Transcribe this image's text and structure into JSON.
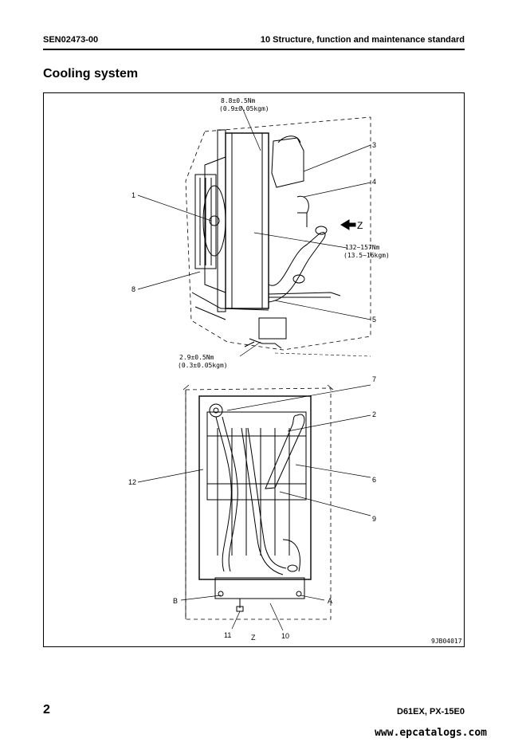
{
  "header": {
    "doc_code": "SEN02473-00",
    "section": "10 Structure, function and maintenance standard"
  },
  "page_title": "Cooling system",
  "figure": {
    "torque_top_nm": "8.8±0.5Nm",
    "torque_top_kgm": "(0.9±0.05kgm)",
    "torque_mid_nm": "132~157Nm",
    "torque_mid_kgm": "(13.5~16kgm)",
    "torque_bottom_nm": "2.9±0.5Nm",
    "torque_bottom_kgm": "(0.3±0.05kgm)",
    "view_z": "Z",
    "view_z_bottom": "Z",
    "callouts": {
      "c1": "1",
      "c2": "2",
      "c3": "3",
      "c4": "4",
      "c5": "5",
      "c6": "6",
      "c7": "7",
      "c8": "8",
      "c9": "9",
      "c10": "10",
      "c11": "11",
      "c12": "12",
      "cA": "A",
      "cB": "B"
    },
    "figure_code": "9JB04017"
  },
  "footer": {
    "page_number": "2",
    "model": "D61EX, PX-15E0",
    "website": "www.epcatalogs.com"
  }
}
